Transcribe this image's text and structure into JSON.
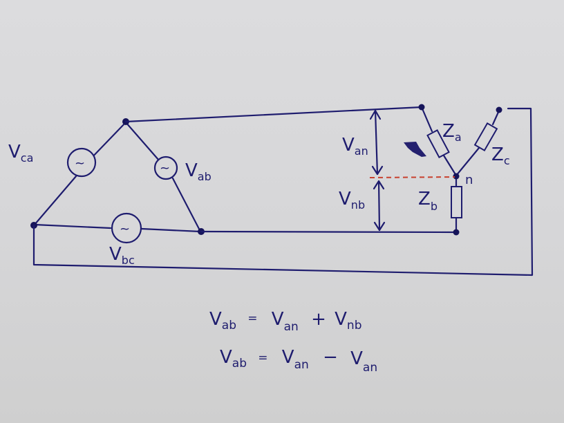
{
  "diagram": {
    "type": "three-phase circuit: delta source to wye load",
    "ink_color": "#1e1c6e",
    "dashed_line_color": "#c8402e",
    "sources": [
      {
        "id": "ca",
        "label_main": "V",
        "label_sub": "ca"
      },
      {
        "id": "ab",
        "label_main": "V",
        "label_sub": "ab"
      },
      {
        "id": "bc",
        "label_main": "V",
        "label_sub": "bc"
      }
    ],
    "source_symbol": "~",
    "impedances": [
      {
        "id": "a",
        "label_main": "Z",
        "label_sub": "a"
      },
      {
        "id": "b",
        "label_main": "Z",
        "label_sub": "b"
      },
      {
        "id": "c",
        "label_main": "Z",
        "label_sub": "c"
      }
    ],
    "neutral_label": "n",
    "voltage_arrows": [
      {
        "id": "an",
        "label_main": "V",
        "label_sub": "an"
      },
      {
        "id": "nb",
        "label_main": "V",
        "label_sub": "nb"
      }
    ]
  },
  "equations": [
    {
      "lhs_main": "V",
      "lhs_sub": "ab",
      "op1": "=",
      "t1_main": "V",
      "t1_sub": "an",
      "op2": "+",
      "t2_main": "V",
      "t2_sub": "nb"
    },
    {
      "lhs_main": "V",
      "lhs_sub": "ab",
      "op1": "=",
      "t1_main": "V",
      "t1_sub": "an",
      "op2": "−",
      "t2_main": "V",
      "t2_sub": "an"
    }
  ]
}
